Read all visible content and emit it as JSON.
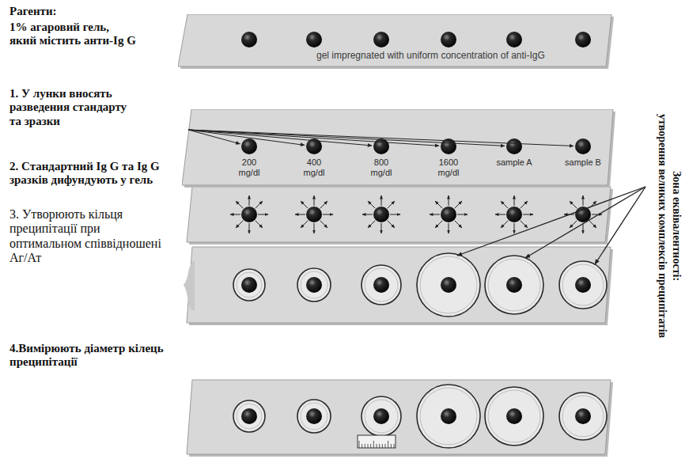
{
  "diagram": {
    "nodes": [
      {
        "text": [
          "gel impregnated with uniform concentration of anti-IgG"
        ]
      },
      {
        "text": [
          "200 mg/dl",
          "400 mg/dl",
          "800 mg/dl",
          "1600 mg/dl",
          "sample A",
          "sample B"
        ]
      }
    ],
    "labels": [
      "Рагенти:",
      "1% агаровий гель, який містить анти-Ig G",
      "1. У лунки вносять разведения стандарту та зразки",
      "2. Стандартний Ig G та Ig G зразків дифундують у гель",
      "3. Утворюють кільця преципітації при оптимальном співвідношені Аг/Ат",
      "4.Вимірюють діаметр кілець преципітації",
      "Зона еквівалентності:",
      "утворення великих комплексів преципітатів"
    ]
  }
}
